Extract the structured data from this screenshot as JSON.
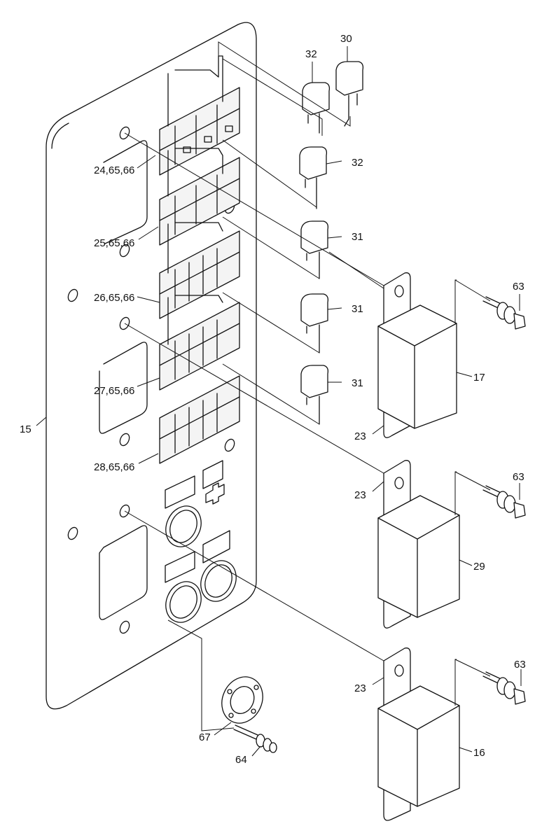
{
  "callouts": {
    "c15": "15",
    "c16": "16",
    "c17": "17",
    "c23a": "23",
    "c23b": "23",
    "c23c": "23",
    "c24": "24,65,66",
    "c25": "25,65,66",
    "c26": "26,65,66",
    "c27": "27,65,66",
    "c28": "28,65,66",
    "c29": "29",
    "c30": "30",
    "c31a": "31",
    "c31b": "31",
    "c31c": "31",
    "c32a": "32",
    "c32b": "32",
    "c63a": "63",
    "c63b": "63",
    "c63c": "63",
    "c64": "64",
    "c67": "67"
  }
}
